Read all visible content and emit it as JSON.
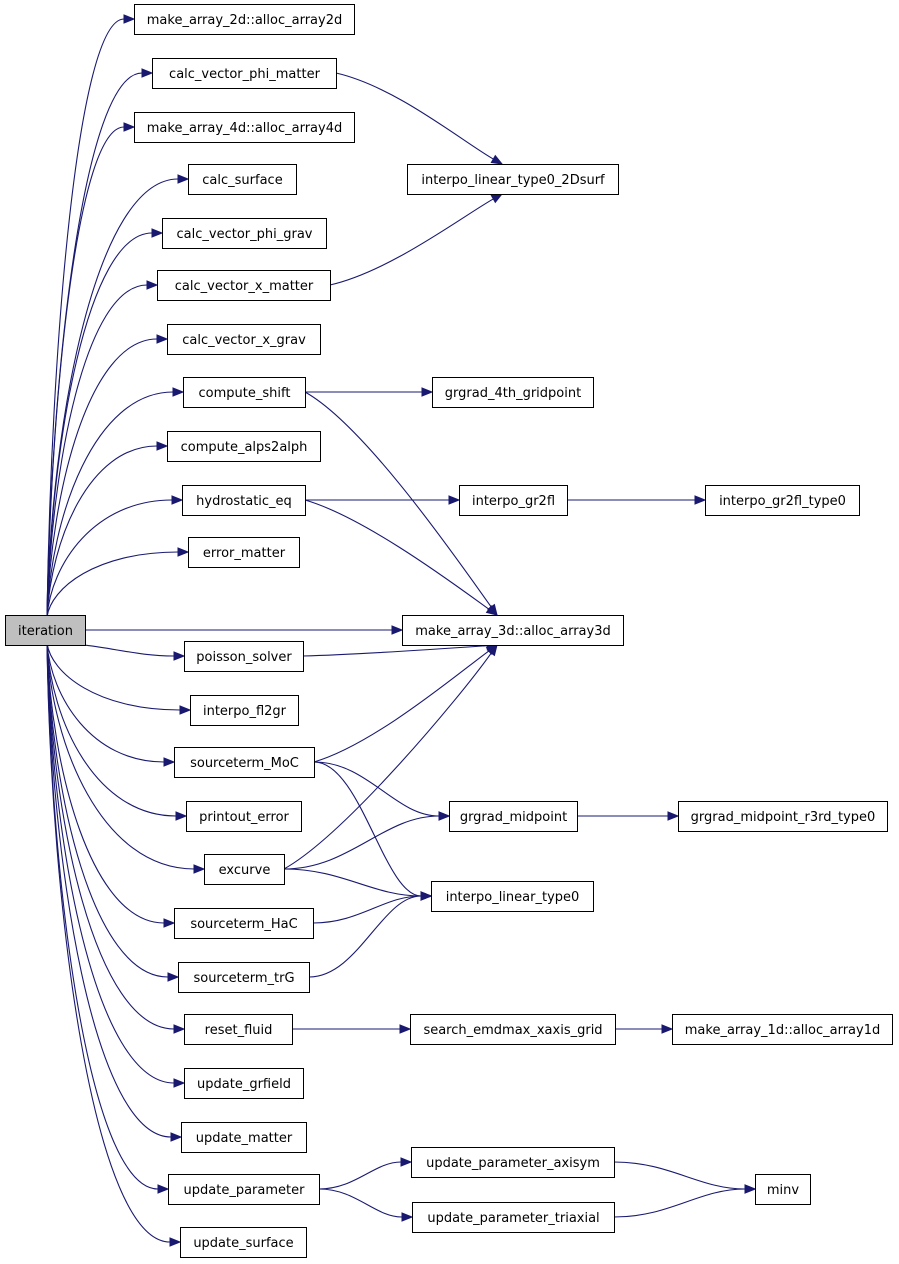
{
  "diagram": {
    "colors": {
      "edge": "#191970",
      "root_fill": "#bfbfbf",
      "node_fill": "#ffffff",
      "node_border": "#000000"
    },
    "nodes": [
      {
        "id": "iteration",
        "label": "iteration",
        "root": true
      },
      {
        "id": "alloc2d",
        "label": "make_array_2d::alloc_array2d"
      },
      {
        "id": "phi_matter",
        "label": "calc_vector_phi_matter"
      },
      {
        "id": "alloc4d",
        "label": "make_array_4d::alloc_array4d"
      },
      {
        "id": "surface",
        "label": "calc_surface"
      },
      {
        "id": "phi_grav",
        "label": "calc_vector_phi_grav"
      },
      {
        "id": "x_matter",
        "label": "calc_vector_x_matter"
      },
      {
        "id": "x_grav",
        "label": "calc_vector_x_grav"
      },
      {
        "id": "shift",
        "label": "compute_shift"
      },
      {
        "id": "alps2alph",
        "label": "compute_alps2alph"
      },
      {
        "id": "hydro",
        "label": "hydrostatic_eq"
      },
      {
        "id": "err_matter",
        "label": "error_matter"
      },
      {
        "id": "poisson",
        "label": "poisson_solver"
      },
      {
        "id": "fl2gr",
        "label": "interpo_fl2gr"
      },
      {
        "id": "moc",
        "label": "sourceterm_MoC"
      },
      {
        "id": "printout",
        "label": "printout_error"
      },
      {
        "id": "excurve",
        "label": "excurve"
      },
      {
        "id": "hac",
        "label": "sourceterm_HaC"
      },
      {
        "id": "trg",
        "label": "sourceterm_trG"
      },
      {
        "id": "reset",
        "label": "reset_fluid"
      },
      {
        "id": "up_grfield",
        "label": "update_grfield"
      },
      {
        "id": "up_matter",
        "label": "update_matter"
      },
      {
        "id": "up_param",
        "label": "update_parameter"
      },
      {
        "id": "up_surface",
        "label": "update_surface"
      },
      {
        "id": "lin2dsurf",
        "label": "interpo_linear_type0_2Dsurf"
      },
      {
        "id": "grgrad4th",
        "label": "grgrad_4th_gridpoint"
      },
      {
        "id": "gr2fl",
        "label": "interpo_gr2fl"
      },
      {
        "id": "gr2fl_t0",
        "label": "interpo_gr2fl_type0"
      },
      {
        "id": "alloc3d",
        "label": "make_array_3d::alloc_array3d"
      },
      {
        "id": "midpoint",
        "label": "grgrad_midpoint"
      },
      {
        "id": "mid_r3rd",
        "label": "grgrad_midpoint_r3rd_type0"
      },
      {
        "id": "lin_t0",
        "label": "interpo_linear_type0"
      },
      {
        "id": "emdmax",
        "label": "search_emdmax_xaxis_grid"
      },
      {
        "id": "alloc1d",
        "label": "make_array_1d::alloc_array1d"
      },
      {
        "id": "axisym",
        "label": "update_parameter_axisym"
      },
      {
        "id": "triaxial",
        "label": "update_parameter_triaxial"
      },
      {
        "id": "minv",
        "label": "minv"
      }
    ],
    "edges": [
      [
        "iteration",
        "alloc2d"
      ],
      [
        "iteration",
        "phi_matter"
      ],
      [
        "iteration",
        "alloc4d"
      ],
      [
        "iteration",
        "surface"
      ],
      [
        "iteration",
        "phi_grav"
      ],
      [
        "iteration",
        "x_matter"
      ],
      [
        "iteration",
        "x_grav"
      ],
      [
        "iteration",
        "shift"
      ],
      [
        "iteration",
        "alps2alph"
      ],
      [
        "iteration",
        "hydro"
      ],
      [
        "iteration",
        "err_matter"
      ],
      [
        "iteration",
        "alloc3d"
      ],
      [
        "iteration",
        "poisson"
      ],
      [
        "iteration",
        "fl2gr"
      ],
      [
        "iteration",
        "moc"
      ],
      [
        "iteration",
        "printout"
      ],
      [
        "iteration",
        "excurve"
      ],
      [
        "iteration",
        "hac"
      ],
      [
        "iteration",
        "trg"
      ],
      [
        "iteration",
        "reset"
      ],
      [
        "iteration",
        "up_grfield"
      ],
      [
        "iteration",
        "up_matter"
      ],
      [
        "iteration",
        "up_param"
      ],
      [
        "iteration",
        "up_surface"
      ],
      [
        "phi_matter",
        "lin2dsurf"
      ],
      [
        "x_matter",
        "lin2dsurf"
      ],
      [
        "shift",
        "grgrad4th"
      ],
      [
        "shift",
        "alloc3d"
      ],
      [
        "hydro",
        "gr2fl"
      ],
      [
        "hydro",
        "alloc3d"
      ],
      [
        "gr2fl",
        "gr2fl_t0"
      ],
      [
        "poisson",
        "alloc3d"
      ],
      [
        "moc",
        "alloc3d"
      ],
      [
        "moc",
        "midpoint"
      ],
      [
        "moc",
        "lin_t0"
      ],
      [
        "midpoint",
        "mid_r3rd"
      ],
      [
        "excurve",
        "alloc3d"
      ],
      [
        "excurve",
        "midpoint"
      ],
      [
        "excurve",
        "lin_t0"
      ],
      [
        "hac",
        "lin_t0"
      ],
      [
        "trg",
        "lin_t0"
      ],
      [
        "reset",
        "emdmax"
      ],
      [
        "emdmax",
        "alloc1d"
      ],
      [
        "up_param",
        "axisym"
      ],
      [
        "up_param",
        "triaxial"
      ],
      [
        "axisym",
        "minv"
      ],
      [
        "triaxial",
        "minv"
      ]
    ]
  }
}
